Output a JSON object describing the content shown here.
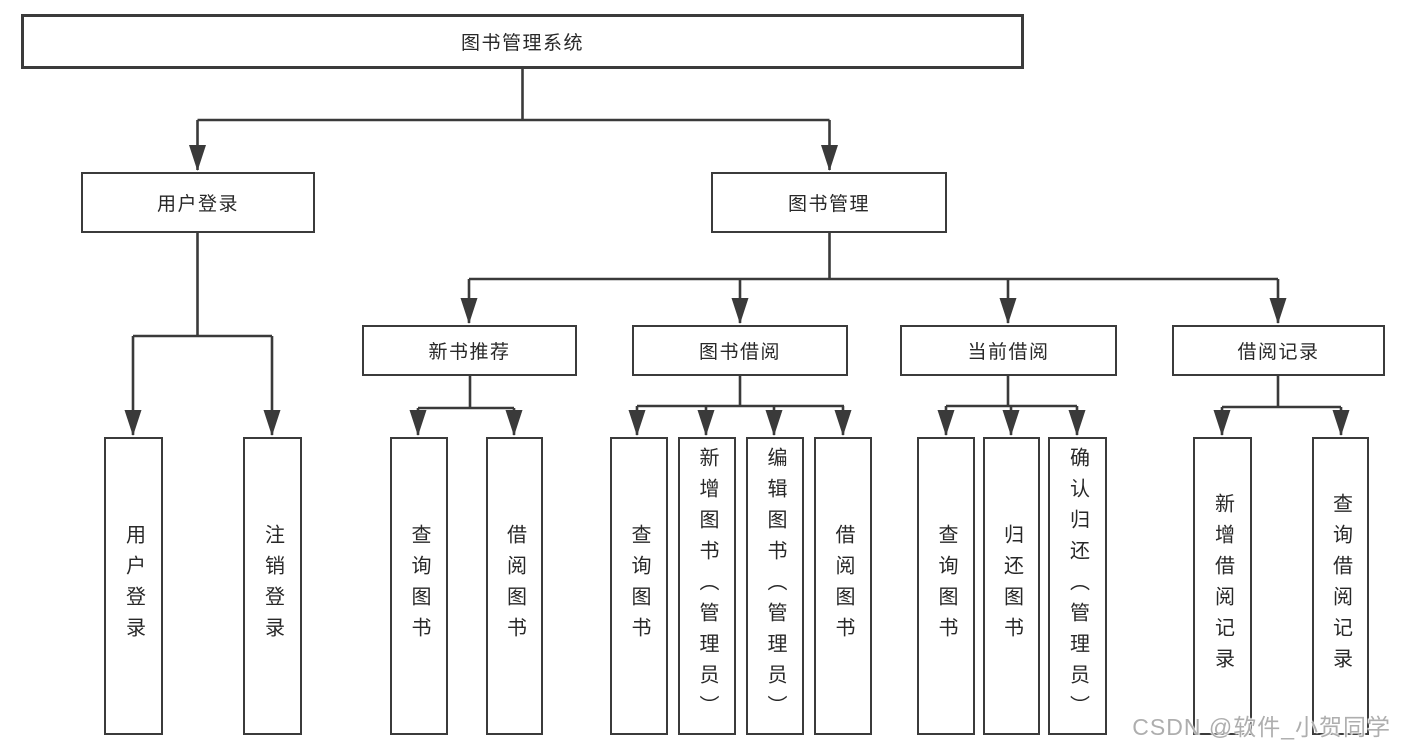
{
  "diagram": {
    "title_box": {
      "label": "图书管理系统"
    },
    "branches": {
      "user_login": {
        "label": "用户登录",
        "children": [
          {
            "label": "用户登录"
          },
          {
            "label": "注销登录"
          }
        ]
      },
      "book_mgmt": {
        "label": "图书管理",
        "groups": [
          {
            "label": "新书推荐",
            "children": [
              {
                "label": "查询图书"
              },
              {
                "label": "借阅图书"
              }
            ]
          },
          {
            "label": "图书借阅",
            "children": [
              {
                "label": "查询图书"
              },
              {
                "label": "新增图书（管理员）"
              },
              {
                "label": "编辑图书（管理员）"
              },
              {
                "label": "借阅图书"
              }
            ]
          },
          {
            "label": "当前借阅",
            "children": [
              {
                "label": "查询图书"
              },
              {
                "label": "归还图书"
              },
              {
                "label": "确认归还（管理员）"
              }
            ]
          },
          {
            "label": "借阅记录",
            "children": [
              {
                "label": "新增借阅记录"
              },
              {
                "label": "查询借阅记录"
              }
            ]
          }
        ]
      }
    }
  },
  "watermark": {
    "text": "CSDN @软件_小贺同学",
    "color": "#aeaeae"
  },
  "colors": {
    "background": "#ffffff",
    "line": "#3a3a3a",
    "box_border": "#3b3b3b",
    "text": "#282828"
  }
}
